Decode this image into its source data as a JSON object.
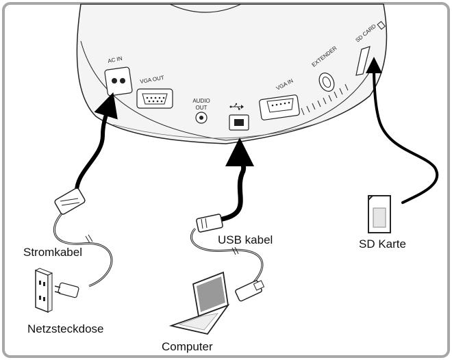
{
  "device": {
    "ports": {
      "ac_in": "AC IN",
      "vga_out": "VGA OUT",
      "audio_out_line1": "AUDIO",
      "audio_out_line2": "OUT",
      "vga_in": "VGA IN",
      "extender": "EXTENDER",
      "sd_card": "SD CARD"
    }
  },
  "labels": {
    "power_cable": "Stromkabel",
    "power_outlet": "Netzsteckdose",
    "usb_cable": "USB kabel",
    "computer": "Computer",
    "sd_card": "SD Karte"
  },
  "colors": {
    "frame": "#a7a7a7",
    "cable": "#000000",
    "outline": "#222222"
  }
}
